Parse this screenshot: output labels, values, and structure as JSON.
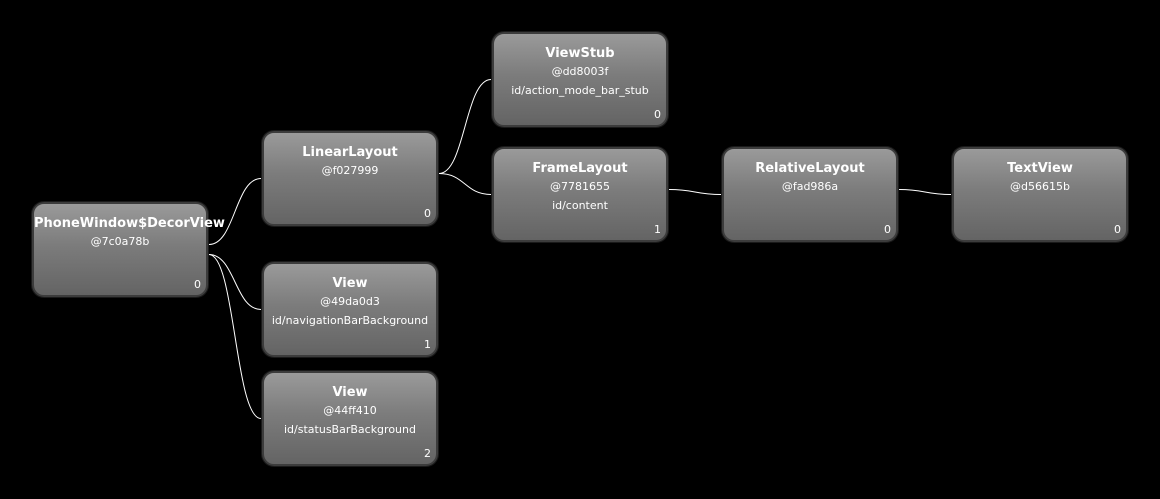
{
  "colors": {
    "background": "#000000",
    "edge": "#ffffff",
    "node_top": "#9a9a9a",
    "node_bottom": "#646464"
  },
  "nodes": [
    {
      "key": "decor",
      "class_name": "PhoneWindow$DecorView",
      "hash": "@7c0a78b",
      "view_id": "",
      "index": "0"
    },
    {
      "key": "linear",
      "class_name": "LinearLayout",
      "hash": "@f027999",
      "view_id": "",
      "index": "0"
    },
    {
      "key": "navbg",
      "class_name": "View",
      "hash": "@49da0d3",
      "view_id": "id/navigationBarBackground",
      "index": "1"
    },
    {
      "key": "statusbg",
      "class_name": "View",
      "hash": "@44ff410",
      "view_id": "id/statusBarBackground",
      "index": "2"
    },
    {
      "key": "stub",
      "class_name": "ViewStub",
      "hash": "@dd8003f",
      "view_id": "id/action_mode_bar_stub",
      "index": "0"
    },
    {
      "key": "frame",
      "class_name": "FrameLayout",
      "hash": "@7781655",
      "view_id": "id/content",
      "index": "1"
    },
    {
      "key": "relative",
      "class_name": "RelativeLayout",
      "hash": "@fad986a",
      "view_id": "",
      "index": "0"
    },
    {
      "key": "text",
      "class_name": "TextView",
      "hash": "@d56615b",
      "view_id": "",
      "index": "0"
    }
  ],
  "edges": [
    {
      "from": "decor",
      "to": "linear"
    },
    {
      "from": "decor",
      "to": "navbg"
    },
    {
      "from": "decor",
      "to": "statusbg"
    },
    {
      "from": "linear",
      "to": "stub"
    },
    {
      "from": "linear",
      "to": "frame"
    },
    {
      "from": "frame",
      "to": "relative"
    },
    {
      "from": "relative",
      "to": "text"
    }
  ]
}
